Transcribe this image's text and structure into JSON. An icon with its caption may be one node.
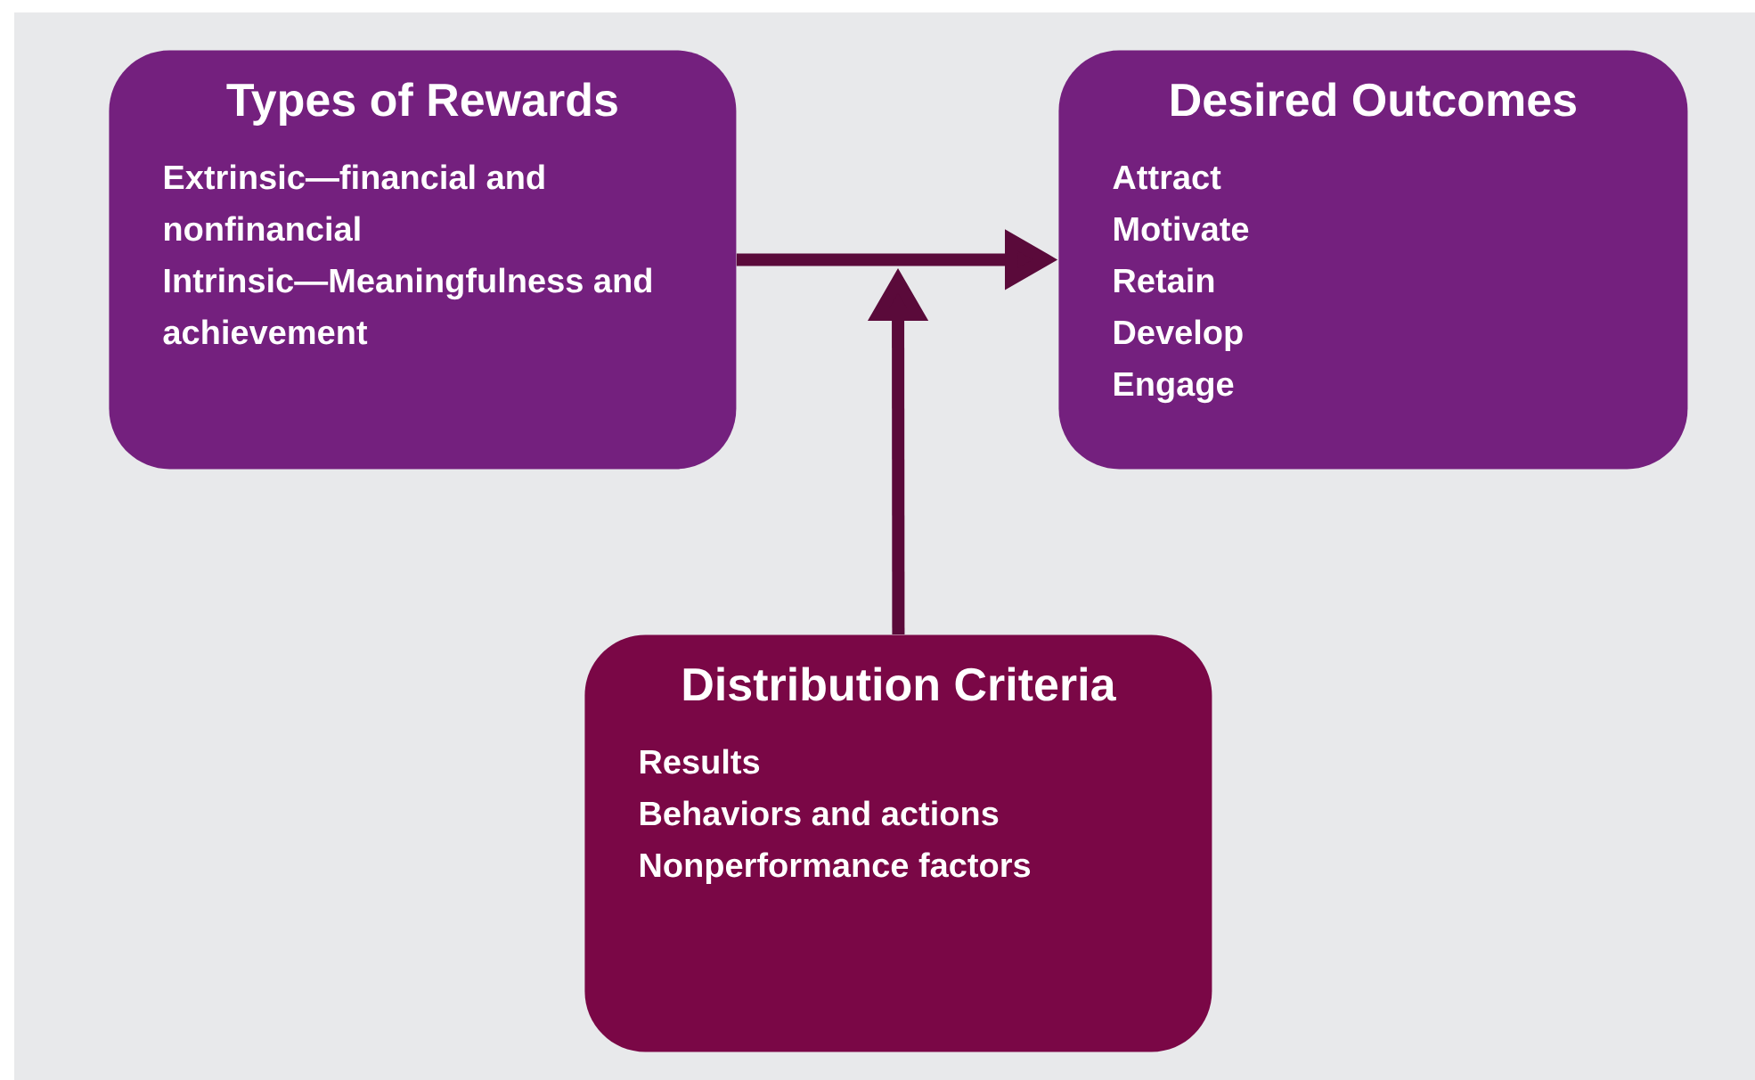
{
  "diagram": {
    "nodes": [
      {
        "text": [
          "Types of Rewards",
          "Extrinsic—financial and nonfinancial",
          "Intrinsic—Meaningfulness and achievement"
        ]
      },
      {
        "text": [
          "Desired Outcomes",
          "Attract",
          "Motivate",
          "Retain",
          "Develop",
          "Engage"
        ]
      },
      {
        "text": [
          "Distribution Criteria",
          "Results",
          "Behaviors and actions",
          "Nonperformance factors"
        ]
      }
    ],
    "edges": [
      {
        "from": 0,
        "to": 1,
        "arrow": "to"
      },
      {
        "from": 2,
        "to": null,
        "arrow": "to"
      }
    ]
  }
}
